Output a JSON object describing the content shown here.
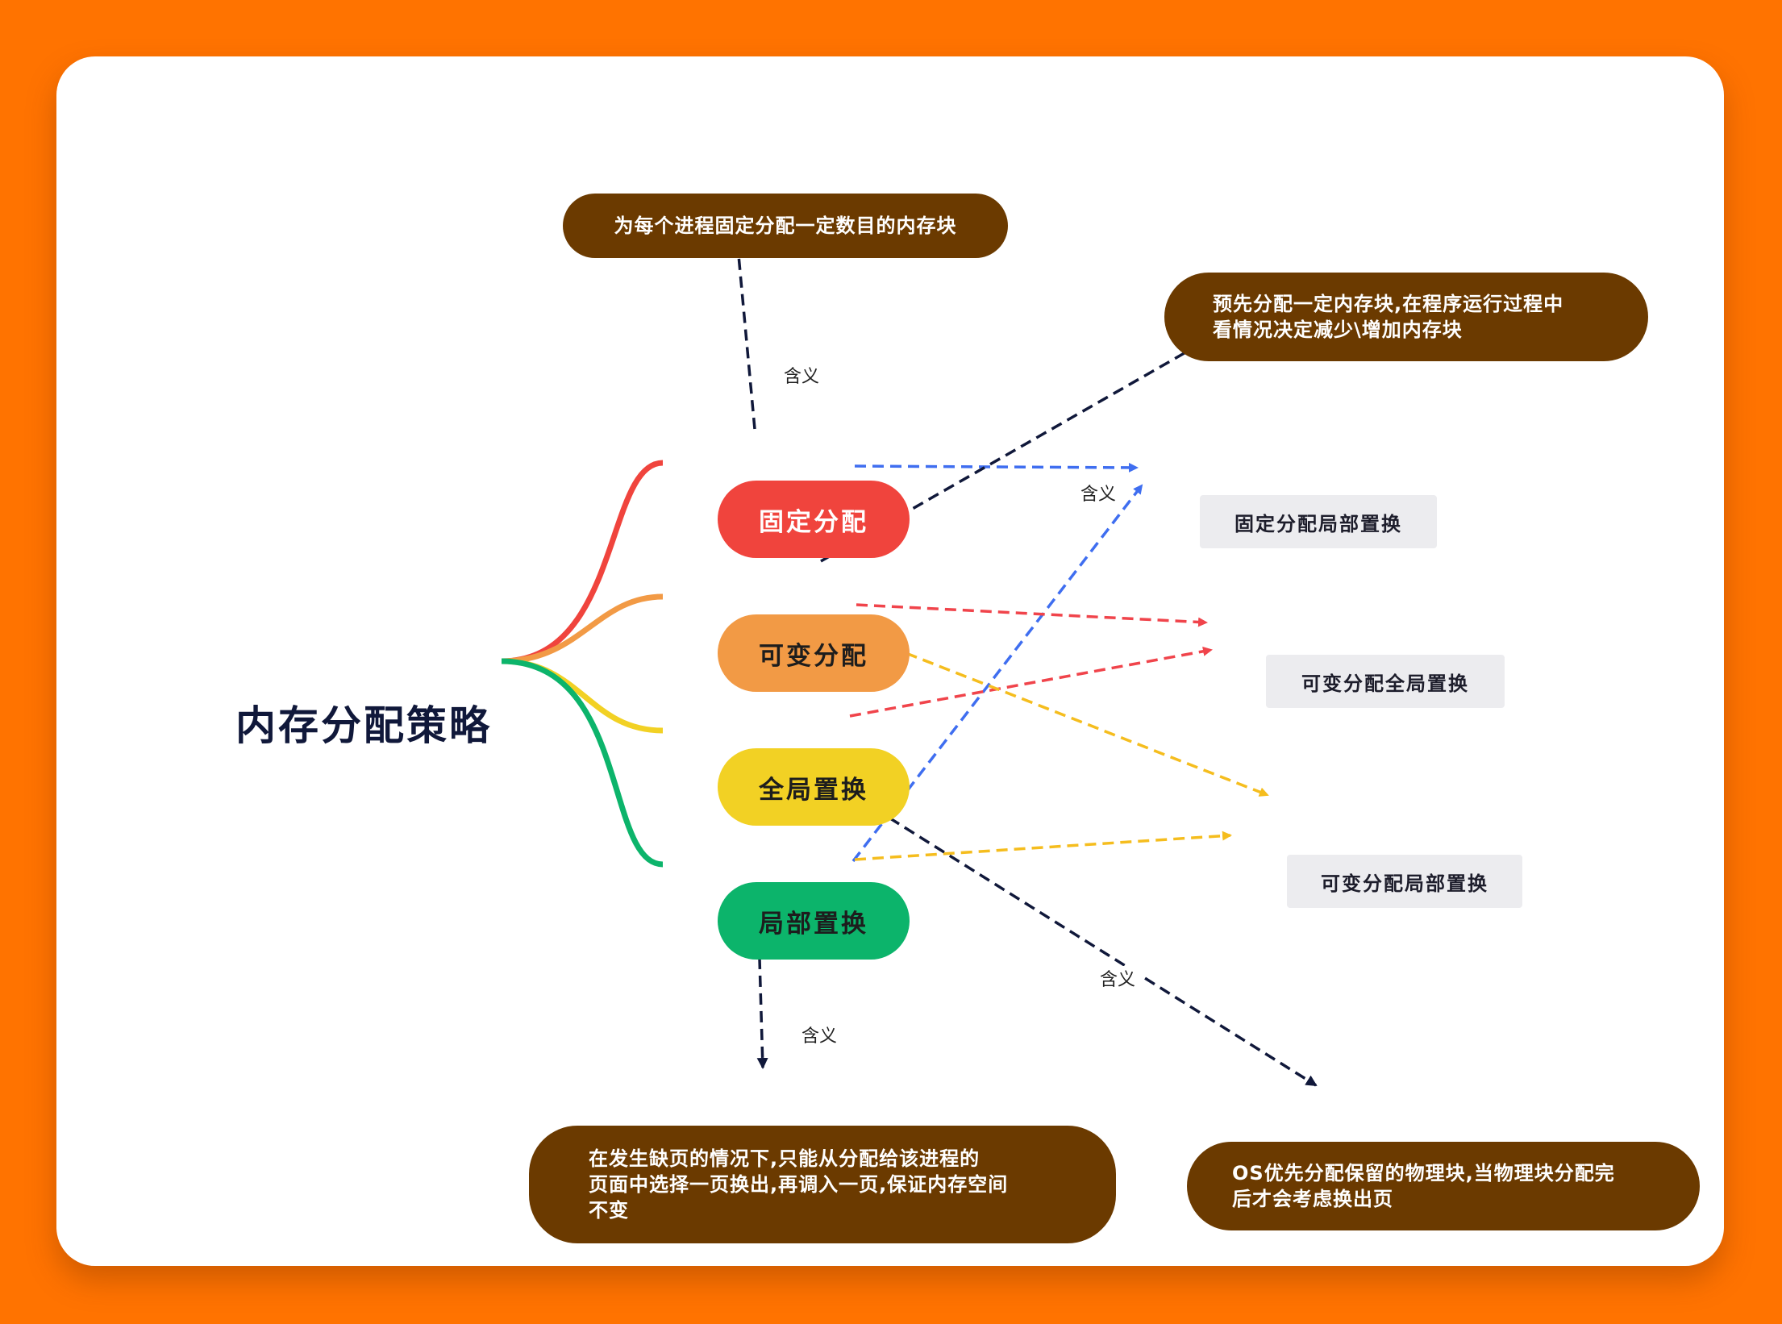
{
  "root": {
    "label": "内存分配策略"
  },
  "branches": {
    "fixed": {
      "label": "固定分配",
      "color": "#f0443d"
    },
    "variable": {
      "label": "可变分配",
      "color": "#f29a45"
    },
    "global": {
      "label": "全局置换",
      "color": "#f2d124"
    },
    "local": {
      "label": "局部置换",
      "color": "#0cb46b"
    }
  },
  "combinations": {
    "fixed_local": "固定分配局部置换",
    "variable_global": "可变分配全局置换",
    "variable_local": "可变分配局部置换"
  },
  "definitions": {
    "fixed": [
      "为每个进程固定分配一定数目的内存块"
    ],
    "variable": [
      "预先分配一定内存块,在程序运行过程中",
      "看情况决定减少\\增加内存块"
    ],
    "local": [
      "在发生缺页的情况下,只能从分配给该进程的",
      "页面中选择一页换出,再调入一页,保证内存空间",
      "不变"
    ],
    "global": [
      "OS优先分配保留的物理块,当物理块分配完",
      "后才会考虑换出页"
    ]
  },
  "edge_label": "含义",
  "colors": {
    "background": "#ff7300",
    "definition_box": "#6b3a00",
    "combination_box": "#ececef",
    "fixed_local_arrow": "#3f6ef0",
    "variable_global_arrow": "#f0444b",
    "variable_local_arrow": "#f5bd1e",
    "meaning_arrow": "#10183a"
  }
}
